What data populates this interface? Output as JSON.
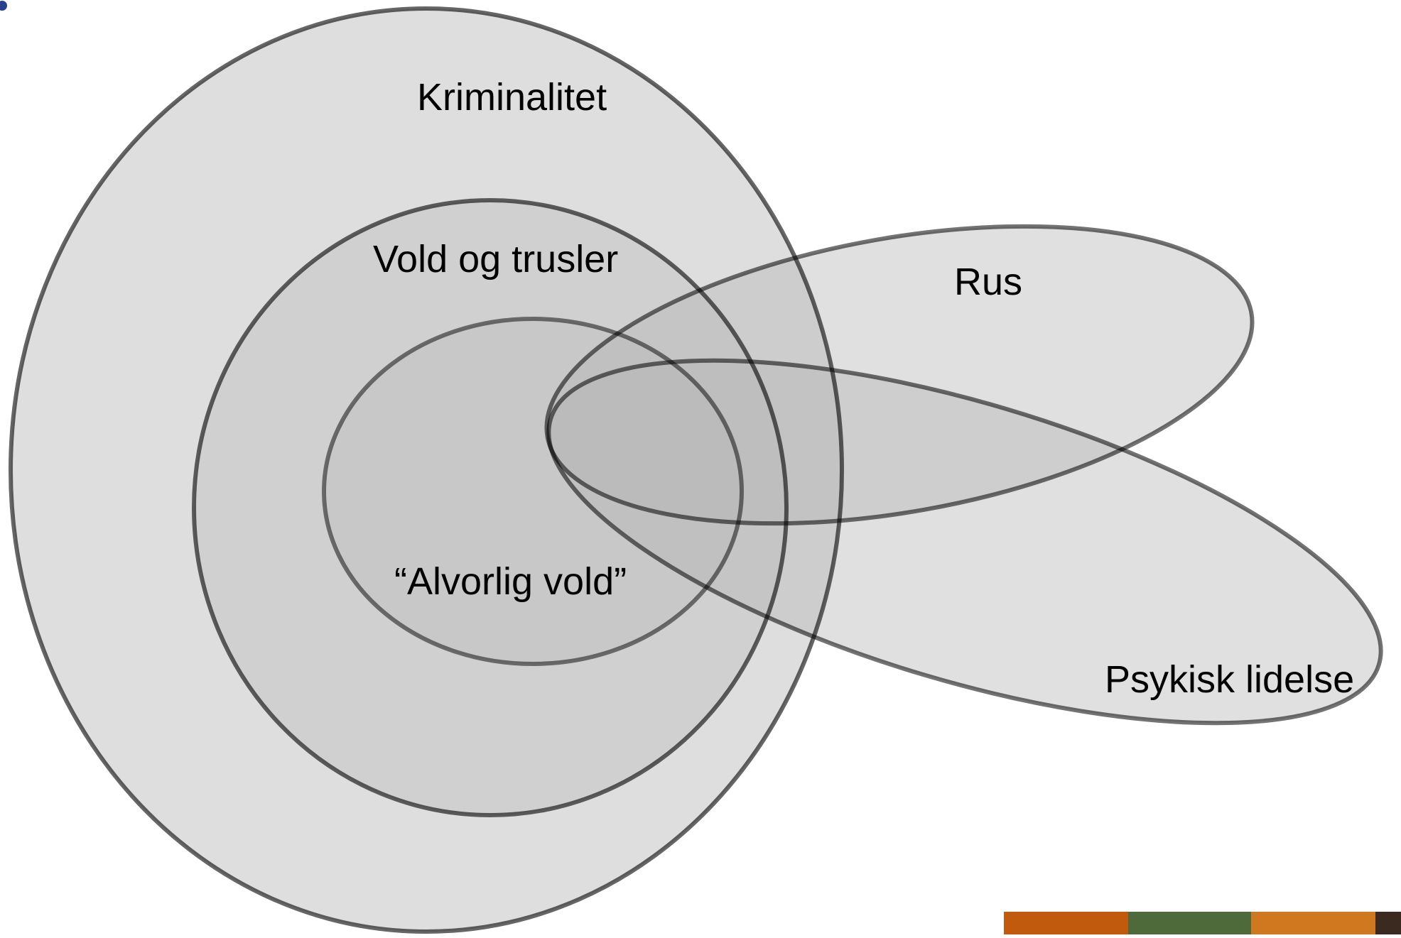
{
  "diagram": {
    "labels": {
      "kriminalitet": "Kriminalitet",
      "vold_og_trusler": "Vold og trusler",
      "alvorlig_vold": "“Alvorlig vold”",
      "rus": "Rus",
      "psykisk_lidelse": "Psykisk lidelse"
    }
  },
  "colors": {
    "background": "#ffffff",
    "region_fill": "#b5b5b5",
    "outline": "#000000",
    "bullet": "#2a3f8f"
  }
}
